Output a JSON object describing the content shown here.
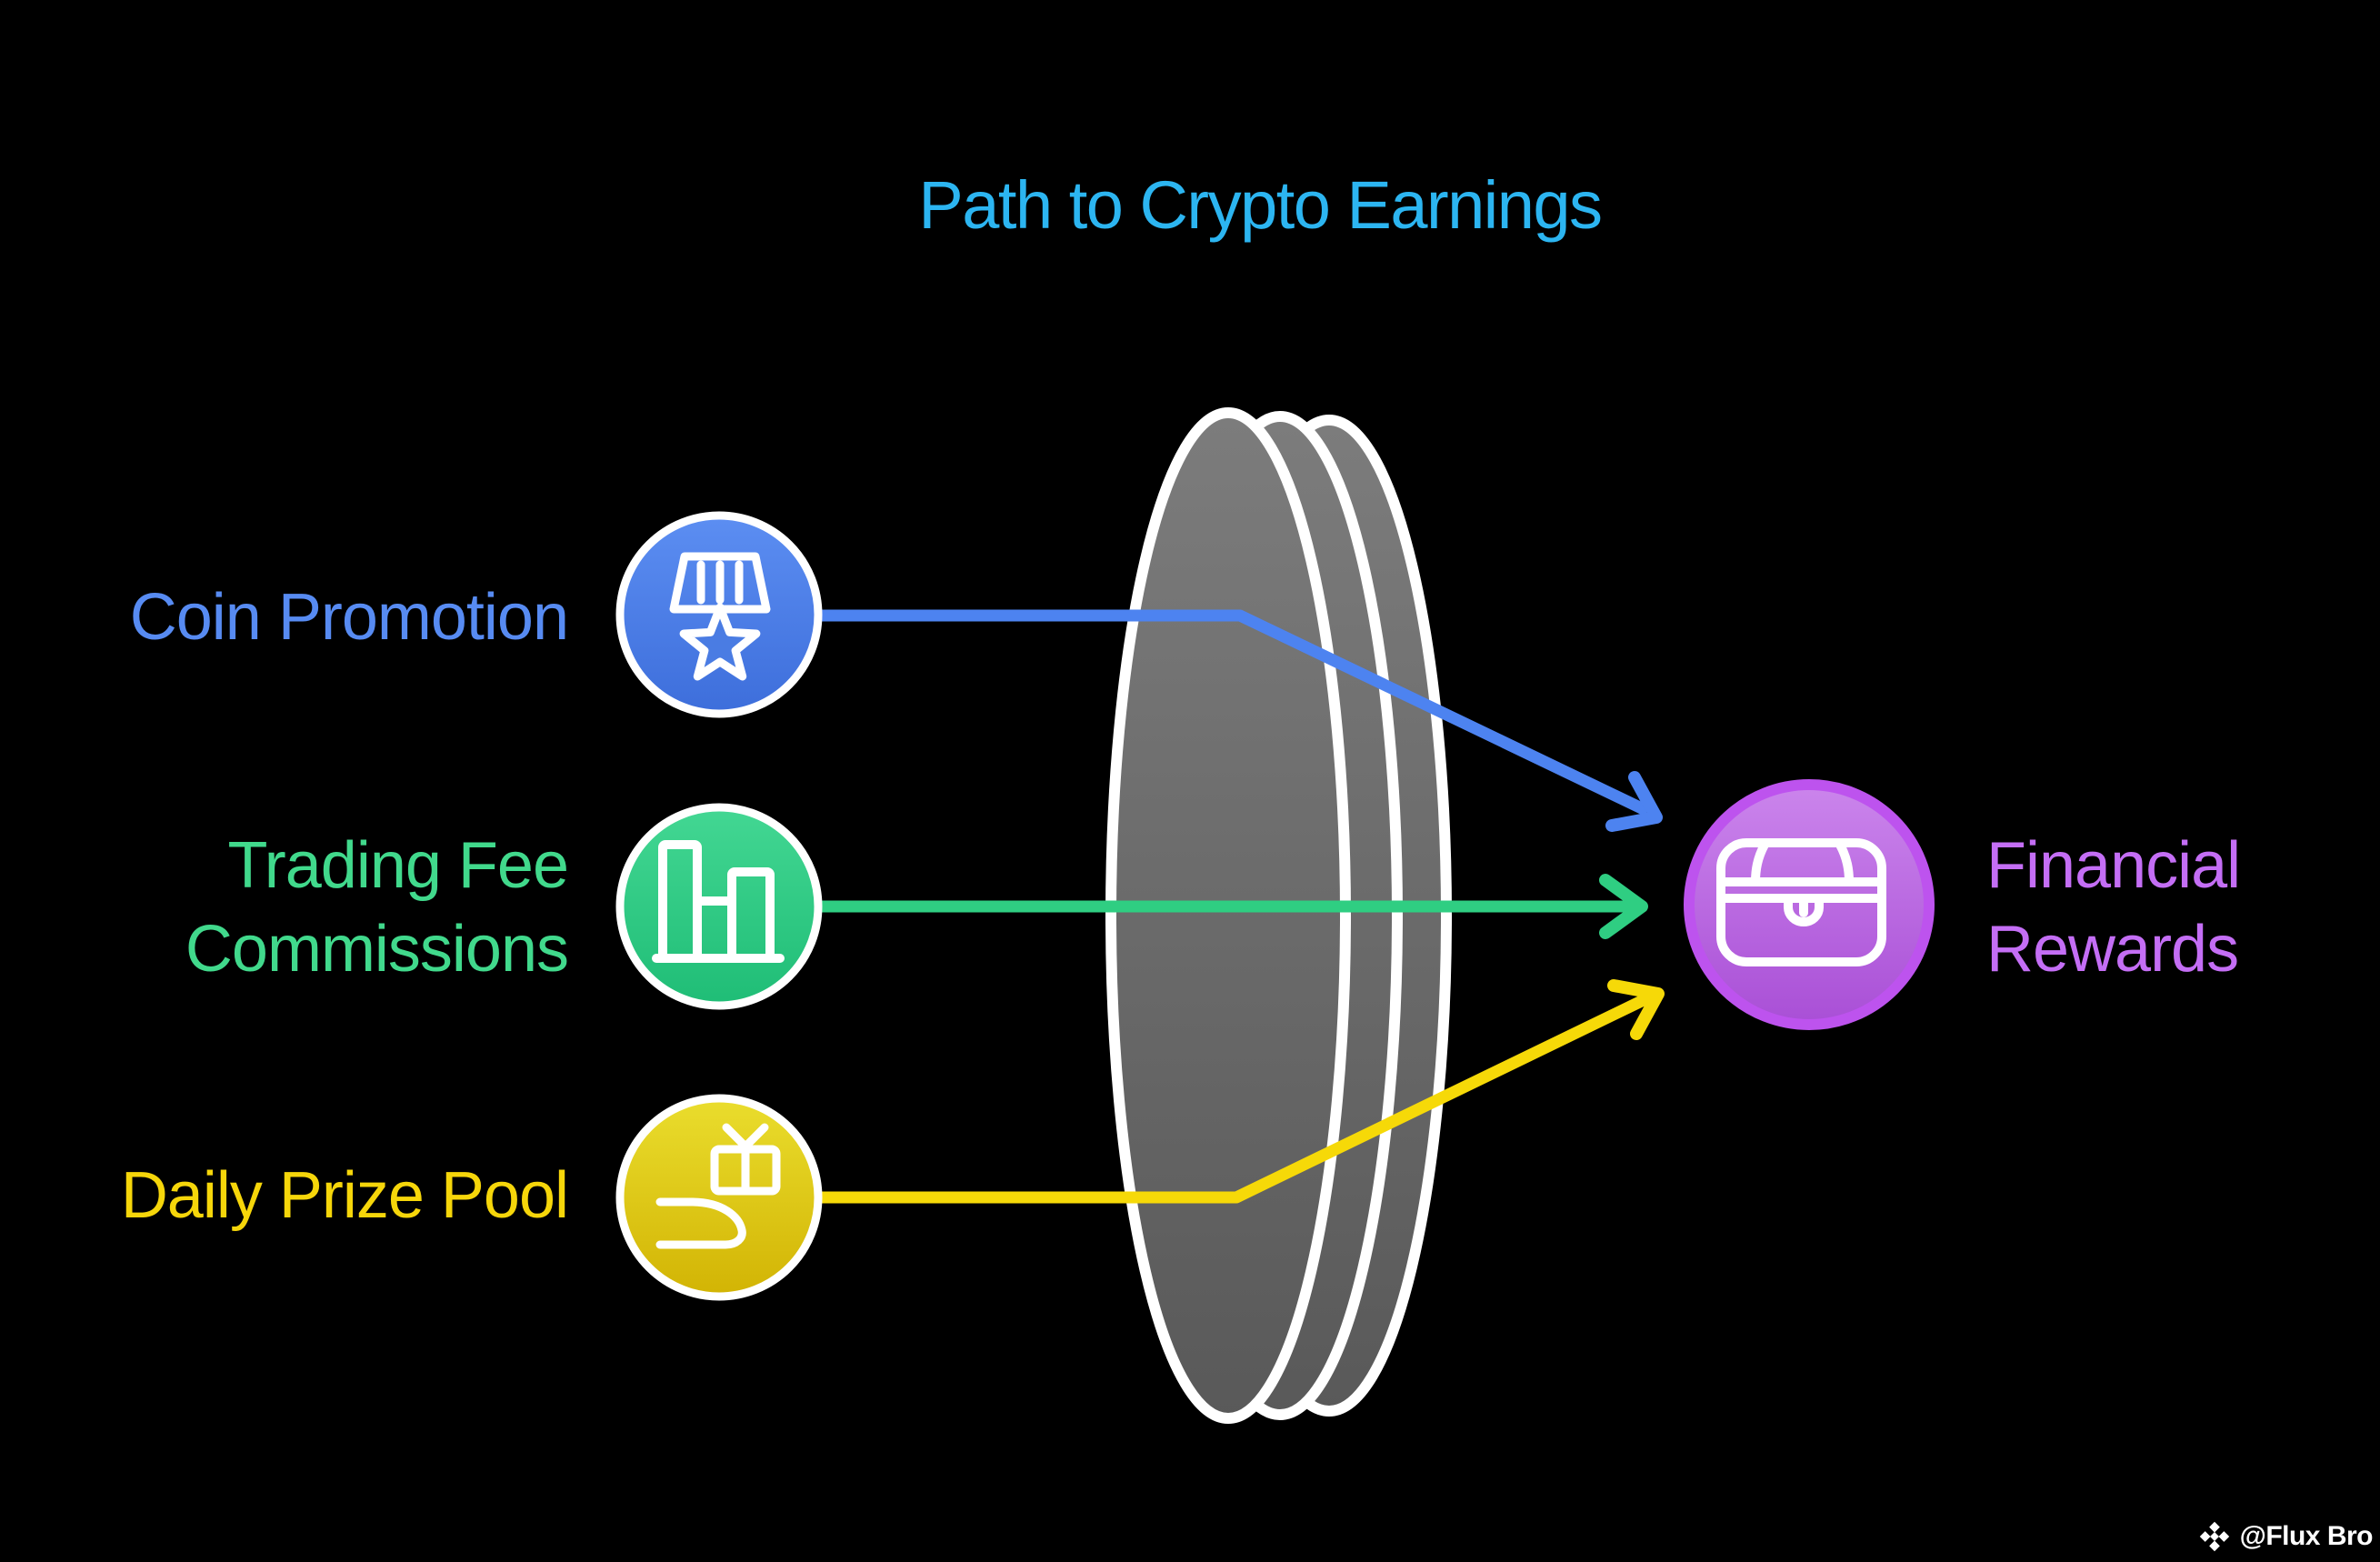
{
  "title": "Path to Crypto Earnings",
  "sources": [
    {
      "name": "coin-promotion",
      "lines": [
        "Coin Promotion"
      ],
      "icon": "medal-star-icon",
      "color": "#578bf2"
    },
    {
      "name": "trading-fee-commissions",
      "lines": [
        "Trading Fee",
        "Commissions"
      ],
      "icon": "bar-chart-icon",
      "color": "#41d98c"
    },
    {
      "name": "daily-prize-pool",
      "lines": [
        "Daily Prize Pool"
      ],
      "icon": "gift-in-hand-icon",
      "color": "#f6d60a"
    }
  ],
  "destination": {
    "name": "financial-rewards",
    "lines": [
      "Financial",
      "Rewards"
    ],
    "icon": "treasure-chest-icon",
    "color": "#c46ef5"
  },
  "lens": {
    "shape": "gray-3d-disc"
  },
  "watermark": {
    "logo": "binance-logo",
    "handle": "@Flux Bro"
  },
  "colors": {
    "background": "#000000",
    "title_color": "#2cb5f1",
    "coin_label": "#578bf2",
    "trading_label": "#41d98c",
    "daily_label": "#f6d60a",
    "financial_label": "#c46ef5",
    "blue_line": "#4d83f0",
    "green_line": "#2fce82",
    "yellow_line": "#f6d908",
    "white": "#ffffff",
    "lens_top": "#7c7c7c",
    "lens_bottom": "#595959",
    "circle_blue_top": "#5c8ef2",
    "circle_blue_bottom": "#3d6edb",
    "star_fill": "#4a7ce3",
    "circle_green_top": "#43d793",
    "circle_green_bottom": "#1fbd76",
    "circle_yellow_top": "#eadd2d",
    "circle_yellow_bottom": "#d2b404",
    "circle_purple_top": "#cb85ec",
    "circle_purple_bottom": "#a94fd6",
    "purple_ring": "#bd53ee"
  }
}
